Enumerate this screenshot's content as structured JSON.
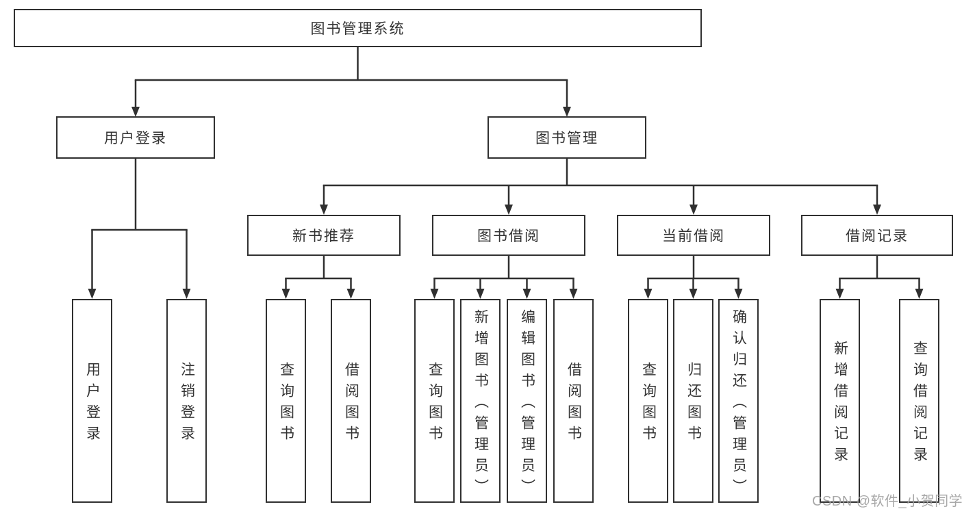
{
  "tree": {
    "label": "图书管理系统",
    "children": [
      {
        "label": "用户登录",
        "children": [
          {
            "label": "用户登录"
          },
          {
            "label": "注销登录"
          }
        ]
      },
      {
        "label": "图书管理",
        "children": [
          {
            "label": "新书推荐",
            "children": [
              {
                "label": "查询图书"
              },
              {
                "label": "借阅图书"
              }
            ]
          },
          {
            "label": "图书借阅",
            "children": [
              {
                "label": "查询图书"
              },
              {
                "label": "新增图书（管理员）"
              },
              {
                "label": "编辑图书（管理员）"
              },
              {
                "label": "借阅图书"
              }
            ]
          },
          {
            "label": "当前借阅",
            "children": [
              {
                "label": "查询图书"
              },
              {
                "label": "归还图书"
              },
              {
                "label": "确认归还（管理员）"
              }
            ]
          },
          {
            "label": "借阅记录",
            "children": [
              {
                "label": "新增借阅记录"
              },
              {
                "label": "查询借阅记录"
              }
            ]
          }
        ]
      }
    ]
  },
  "watermark": "CSDN @软件_小贺同学",
  "colors": {
    "line": "#303030",
    "text": "#333333",
    "watermark": "#9f9f9f",
    "background": "#ffffff"
  }
}
